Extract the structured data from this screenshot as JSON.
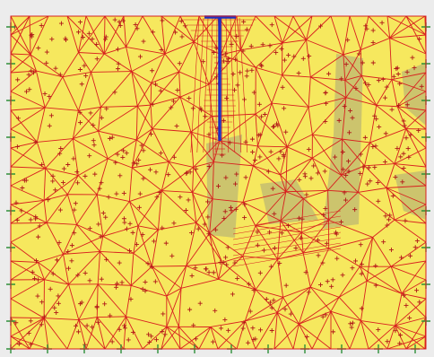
{
  "app": {
    "view": "finite-element-mesh",
    "element_type": "triangular"
  },
  "model": {
    "soil_fill_color": "#f6e85e",
    "mesh_line_color": "#d81f1f",
    "node_marker_color": "#b01818",
    "structure_color": "#1f2fbf",
    "boundary_fixity_color": "#2f8f3a",
    "shadow_color": "#9a9a80",
    "background_color": "#ececec"
  },
  "structure": {
    "type": "sheet-pile-wall",
    "icon": "wall-element-icon"
  },
  "boundaries": {
    "left": "horizontal-fixity",
    "right": "horizontal-fixity",
    "bottom": "full-fixity"
  }
}
